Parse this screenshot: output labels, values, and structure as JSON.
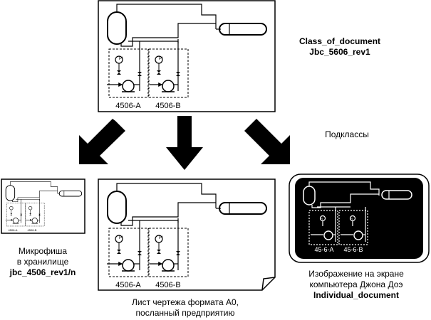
{
  "class_document": {
    "name_line1": "Class_of_document",
    "name_line2": "Jbc_5606_rev1",
    "pump_a": "4506-A",
    "pump_b": "4506-B",
    "instrument": "PI"
  },
  "subclasses_label": "Подклассы",
  "microfiche": {
    "line1": "Микрофиша",
    "line2": "в хранилище",
    "line3": "jbc_4506_rev1/n",
    "pump_a": "4506-A",
    "pump_b": "4506-B"
  },
  "paper_sheet": {
    "line1": "Лист чертежа формата А0,",
    "line2": "посланный предприятию",
    "pump_a": "4506-A",
    "pump_b": "4506-B",
    "instrument": "PI"
  },
  "screen": {
    "line1": "Изображение на экране",
    "line2": "компьютера Джона Доэ",
    "line3": "Individual_document",
    "pump_a": "45-6-A",
    "pump_b": "45-6-B",
    "instrument": "PI"
  },
  "colors": {
    "ink": "#000000",
    "paper": "#ffffff",
    "screen": "#000000"
  }
}
